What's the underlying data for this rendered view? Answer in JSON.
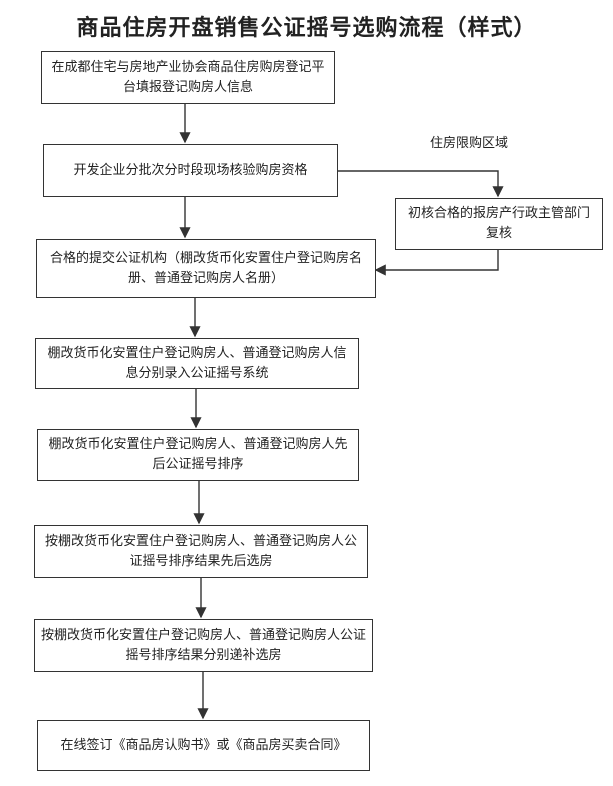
{
  "title": "商品住房开盘销售公证摇号选购流程（样式）",
  "side_label": "住房限购区域",
  "steps": [
    {
      "id": "s1",
      "text": "在成都住宅与房地产业协会商品住房购房登记平台填报登记购房人信息"
    },
    {
      "id": "s2",
      "text": "开发企业分批次分时段现场核验购房资格"
    },
    {
      "id": "s3",
      "text": "合格的提交公证机构（棚改货币化安置住户登记购房名册、普通登记购房人名册）"
    },
    {
      "id": "s4",
      "text": "棚改货币化安置住户登记购房人、普通登记购房人信息分别录入公证摇号系统"
    },
    {
      "id": "s5",
      "text": "棚改货币化安置住户登记购房人、普通登记购房人先后公证摇号排序"
    },
    {
      "id": "s6",
      "text": "按棚改货币化安置住户登记购房人、普通登记购房人公证摇号排序结果先后选房"
    },
    {
      "id": "s7",
      "text": "按棚改货币化安置住户登记购房人、普通登记购房人公证摇号排序结果分别递补选房"
    },
    {
      "id": "s8",
      "text": "在线签订《商品房认购书》或《商品房买卖合同》"
    }
  ],
  "side_step": {
    "id": "side",
    "text": "初核合格的报房产行政主管部门复核"
  }
}
